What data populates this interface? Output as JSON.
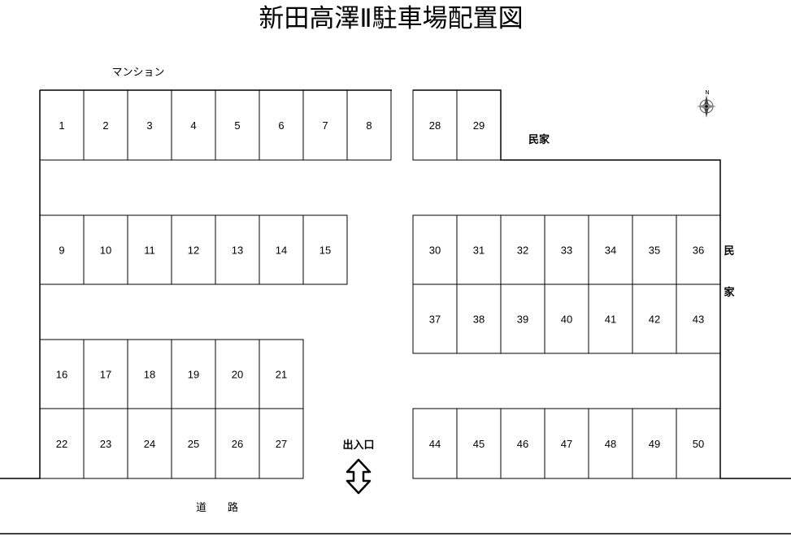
{
  "title": "新田高澤Ⅱ駐車場配置図",
  "labels": {
    "mansion": "マンション",
    "minka_top": "民家",
    "minka_right_1": "民",
    "minka_right_2": "家",
    "entrance": "出入口",
    "road": "道　　路",
    "north": "N"
  },
  "spaces": {
    "row_a_left": [
      "1",
      "2",
      "3",
      "4",
      "5",
      "6",
      "7",
      "8"
    ],
    "row_a_right": [
      "28",
      "29"
    ],
    "row_b_left": [
      "9",
      "10",
      "11",
      "12",
      "13",
      "14",
      "15"
    ],
    "row_b_right": [
      "30",
      "31",
      "32",
      "33",
      "34",
      "35",
      "36"
    ],
    "row_c_right": [
      "37",
      "38",
      "39",
      "40",
      "41",
      "42",
      "43"
    ],
    "row_d_left": [
      "16",
      "17",
      "18",
      "19",
      "20",
      "21"
    ],
    "row_e_left": [
      "22",
      "23",
      "24",
      "25",
      "26",
      "27"
    ],
    "row_e_right": [
      "44",
      "45",
      "46",
      "47",
      "48",
      "49",
      "50"
    ]
  }
}
